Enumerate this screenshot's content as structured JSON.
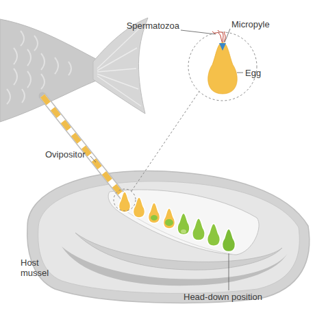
{
  "diagram": {
    "labels": [
      "Spermatozoa",
      "Micropyle",
      "Egg",
      "Ovipositor",
      "Host mussel",
      "Head-down position"
    ]
  }
}
